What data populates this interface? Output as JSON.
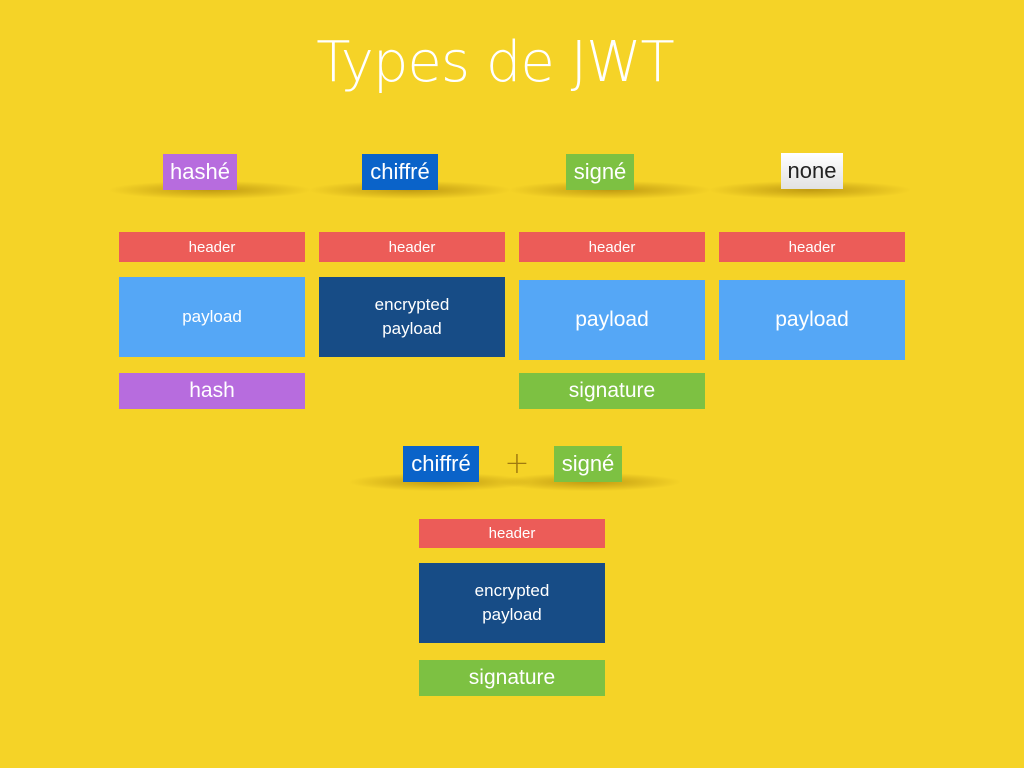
{
  "title": "Types de JWT",
  "colors": {
    "background": "#F5D327",
    "header": "#EC5C58",
    "payload": "#55A7F6",
    "encrypted_payload": "#174C86",
    "signature": "#7DC142",
    "hash": "#B76CDE",
    "tag_hashe": "#B76CDE",
    "tag_chiffre": "#0A63C9",
    "tag_signe": "#7DC142",
    "tag_none": "#EFEFEF"
  },
  "columns": [
    {
      "tag": "hashé",
      "header": "header",
      "payload": "payload",
      "footer": "hash"
    },
    {
      "tag": "chiffré",
      "header": "header",
      "payload": "encrypted\npayload"
    },
    {
      "tag": "signé",
      "header": "header",
      "payload": "payload",
      "footer": "signature"
    },
    {
      "tag": "none",
      "header": "header",
      "payload": "payload"
    }
  ],
  "combined": {
    "tag_left": "chiffré",
    "operator": "+",
    "tag_right": "signé",
    "header": "header",
    "payload": "encrypted\npayload",
    "footer": "signature"
  }
}
